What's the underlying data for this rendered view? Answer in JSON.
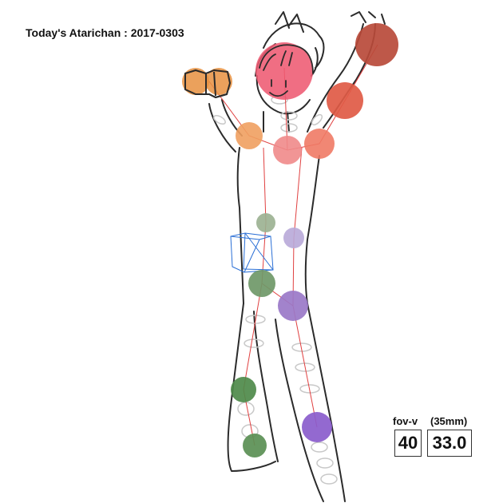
{
  "title": "Today's Atarichan : 2017-0303",
  "camera": {
    "fov_label": "fov-v",
    "focal_label": "(35mm)",
    "fov_value": "40",
    "focal_value": "33.0"
  },
  "colors": {
    "outline": "#2b2b2b",
    "bone_line": "#e04040",
    "helper_box": "#2a6fd6",
    "head": "#ee5a72",
    "left_arm": "#e3a05a",
    "right_arm": "#c23a2a",
    "spine": "#f08a7a",
    "left_leg": "#5c8f54",
    "right_leg": "#9a78c8"
  }
}
